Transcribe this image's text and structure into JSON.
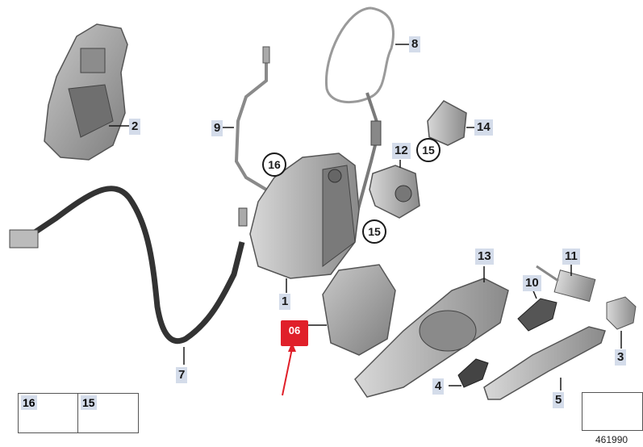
{
  "callouts": {
    "c1": "1",
    "c2": "2",
    "c3": "3",
    "c4": "4",
    "c5": "5",
    "c7": "7",
    "c8": "8",
    "c9": "9",
    "c10": "10",
    "c11": "11",
    "c12": "12",
    "c13": "13",
    "c14": "14",
    "c15a": "15",
    "c15b": "15",
    "c16": "16"
  },
  "highlight": {
    "label": "06",
    "color": "#e0202a"
  },
  "legend": {
    "left_num": "16",
    "right_num": "15"
  },
  "document_number": "461990",
  "colors": {
    "label_bg": "#d4dcea",
    "part_gray": "#9a9a9a",
    "line": "#1a1a1a"
  }
}
